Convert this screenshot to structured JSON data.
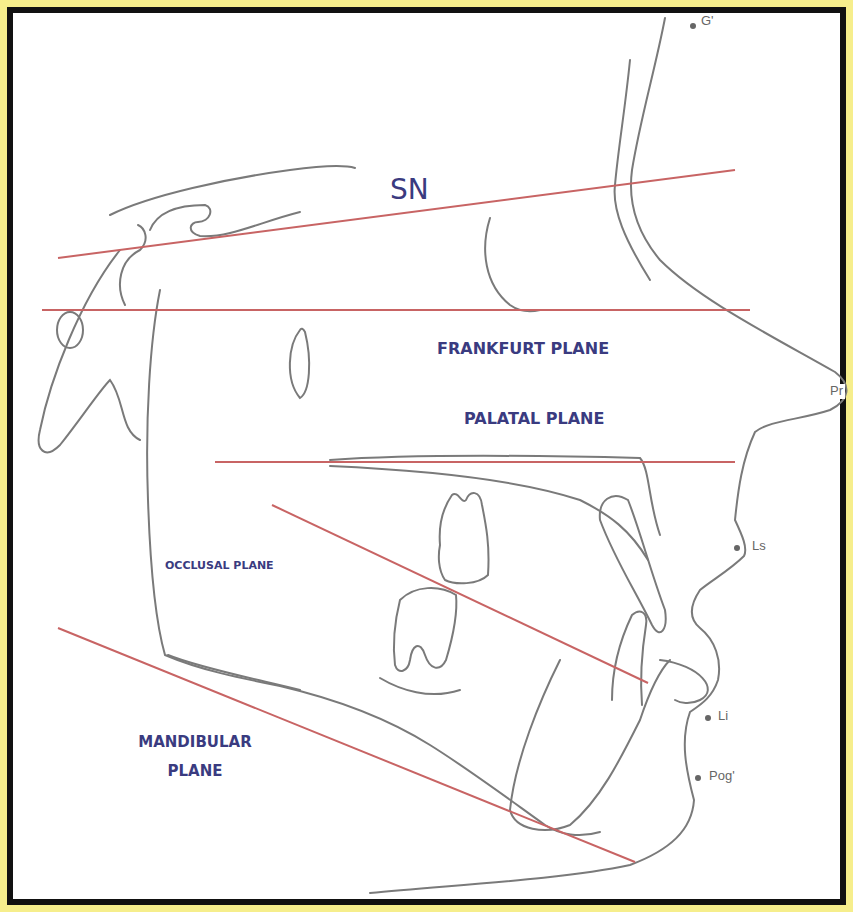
{
  "diagram": {
    "labels": [
      "SN",
      "FRANKFURT PLANE",
      "PALATAL PLANE",
      "OCCLUSAL PLANE",
      "MANDIBULAR PLANE",
      "G'",
      "Pr",
      "Ls",
      "Li",
      "Pog'"
    ]
  }
}
